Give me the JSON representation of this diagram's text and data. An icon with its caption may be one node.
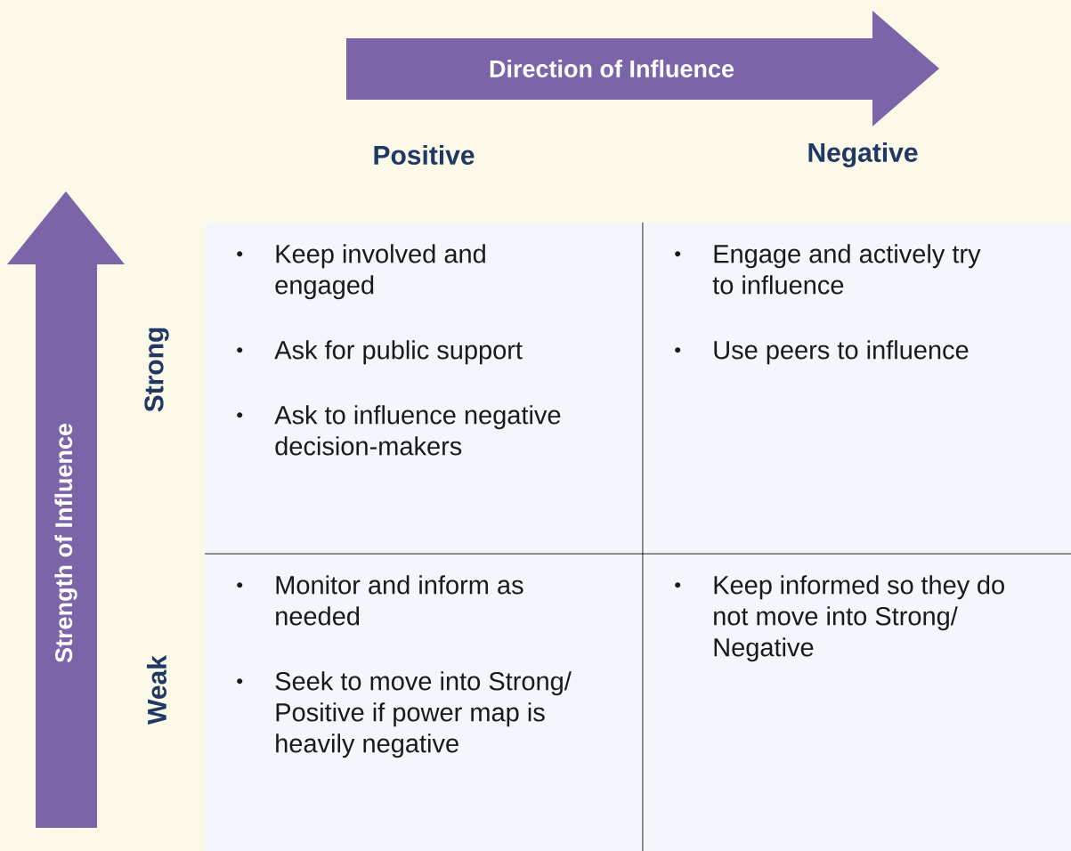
{
  "diagram": {
    "nodes": [
      {
        "text": [
          "Direction of Influence"
        ]
      },
      {
        "text": [
          "Strength of Influence"
        ]
      },
      {
        "text": [
          "Keep involved and engaged",
          "Ask for public support",
          "Ask to influence negative decision-makers"
        ]
      },
      {
        "text": [
          "Engage and actively try to influence",
          "Use peers to influence"
        ]
      },
      {
        "text": [
          "Monitor and inform as needed",
          "Seek to move into Strong/ Positive if power map is heavily negative"
        ]
      },
      {
        "text": [
          "Keep informed so they do not move into Strong/ Negative"
        ]
      }
    ],
    "labels": [
      "Positive",
      "Negative",
      "Strong",
      "Weak"
    ]
  }
}
